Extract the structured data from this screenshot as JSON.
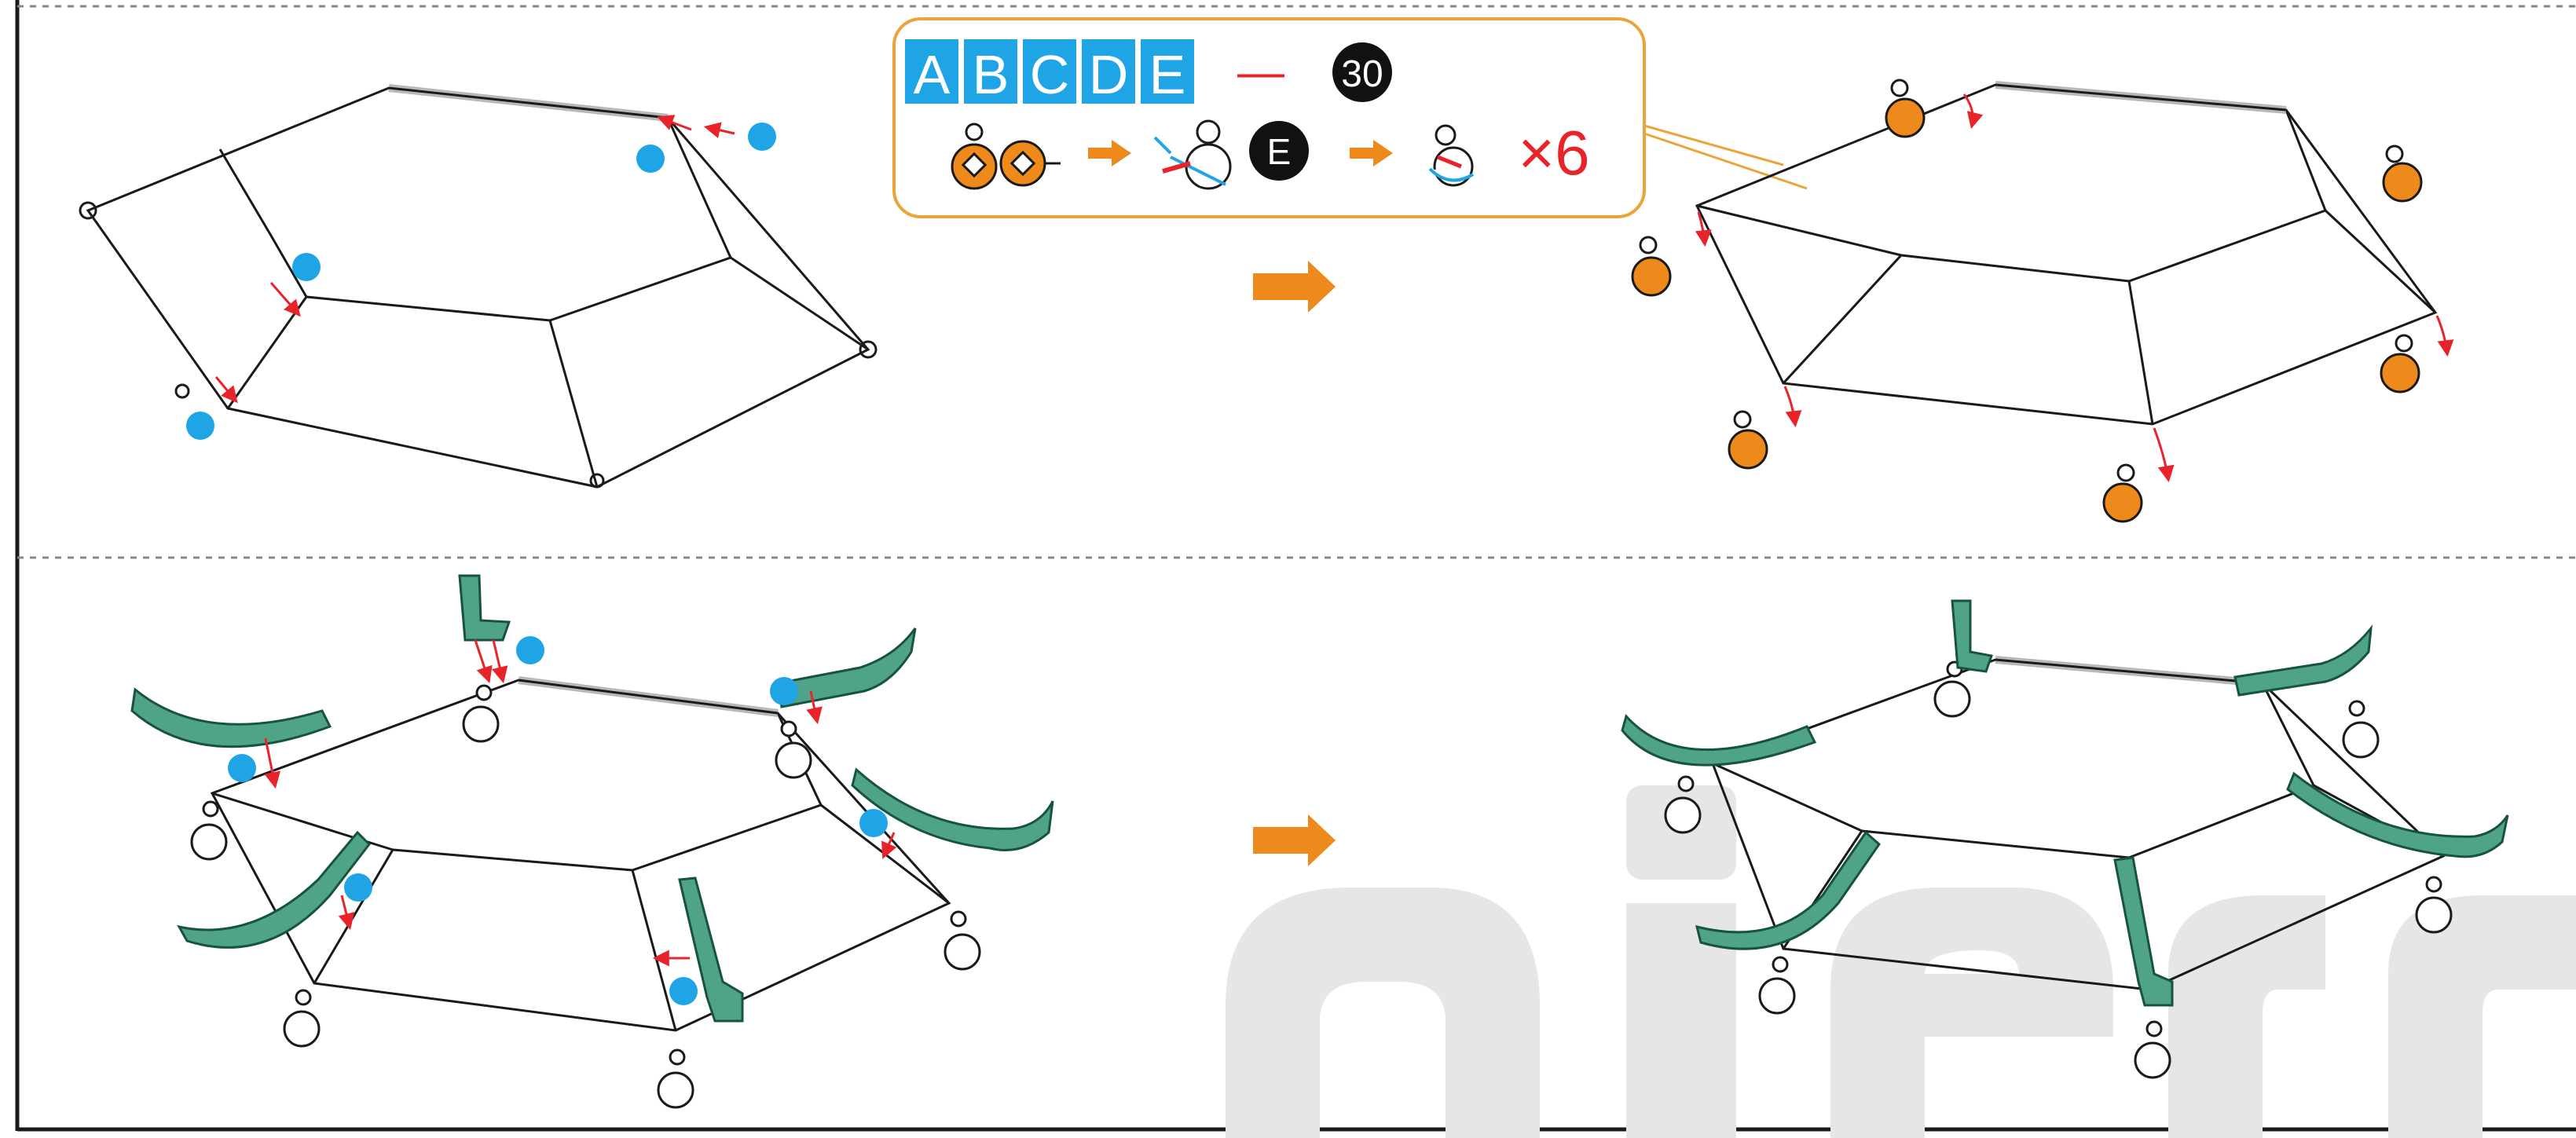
{
  "colors": {
    "blue": "#1fa5e6",
    "orange": "#ee8a1c",
    "red": "#e8242a",
    "green": "#4fa387",
    "green_dark": "#17533f",
    "watermark": "#e6e6e6",
    "line": "#1a1a1a",
    "callout_border": "#eaa53a"
  },
  "callout": {
    "letters": [
      "A",
      "B",
      "C",
      "D",
      "E"
    ],
    "dash": "—",
    "part_number": "30",
    "e_marker": "E",
    "multiplier": "×6"
  },
  "icons": {
    "step_arrow": "arrow-right-icon",
    "hinge": "hinge-ring-icon",
    "pin": "blue-dot-icon",
    "motion": "red-arrow-icon",
    "leg": "green-leg-icon"
  }
}
